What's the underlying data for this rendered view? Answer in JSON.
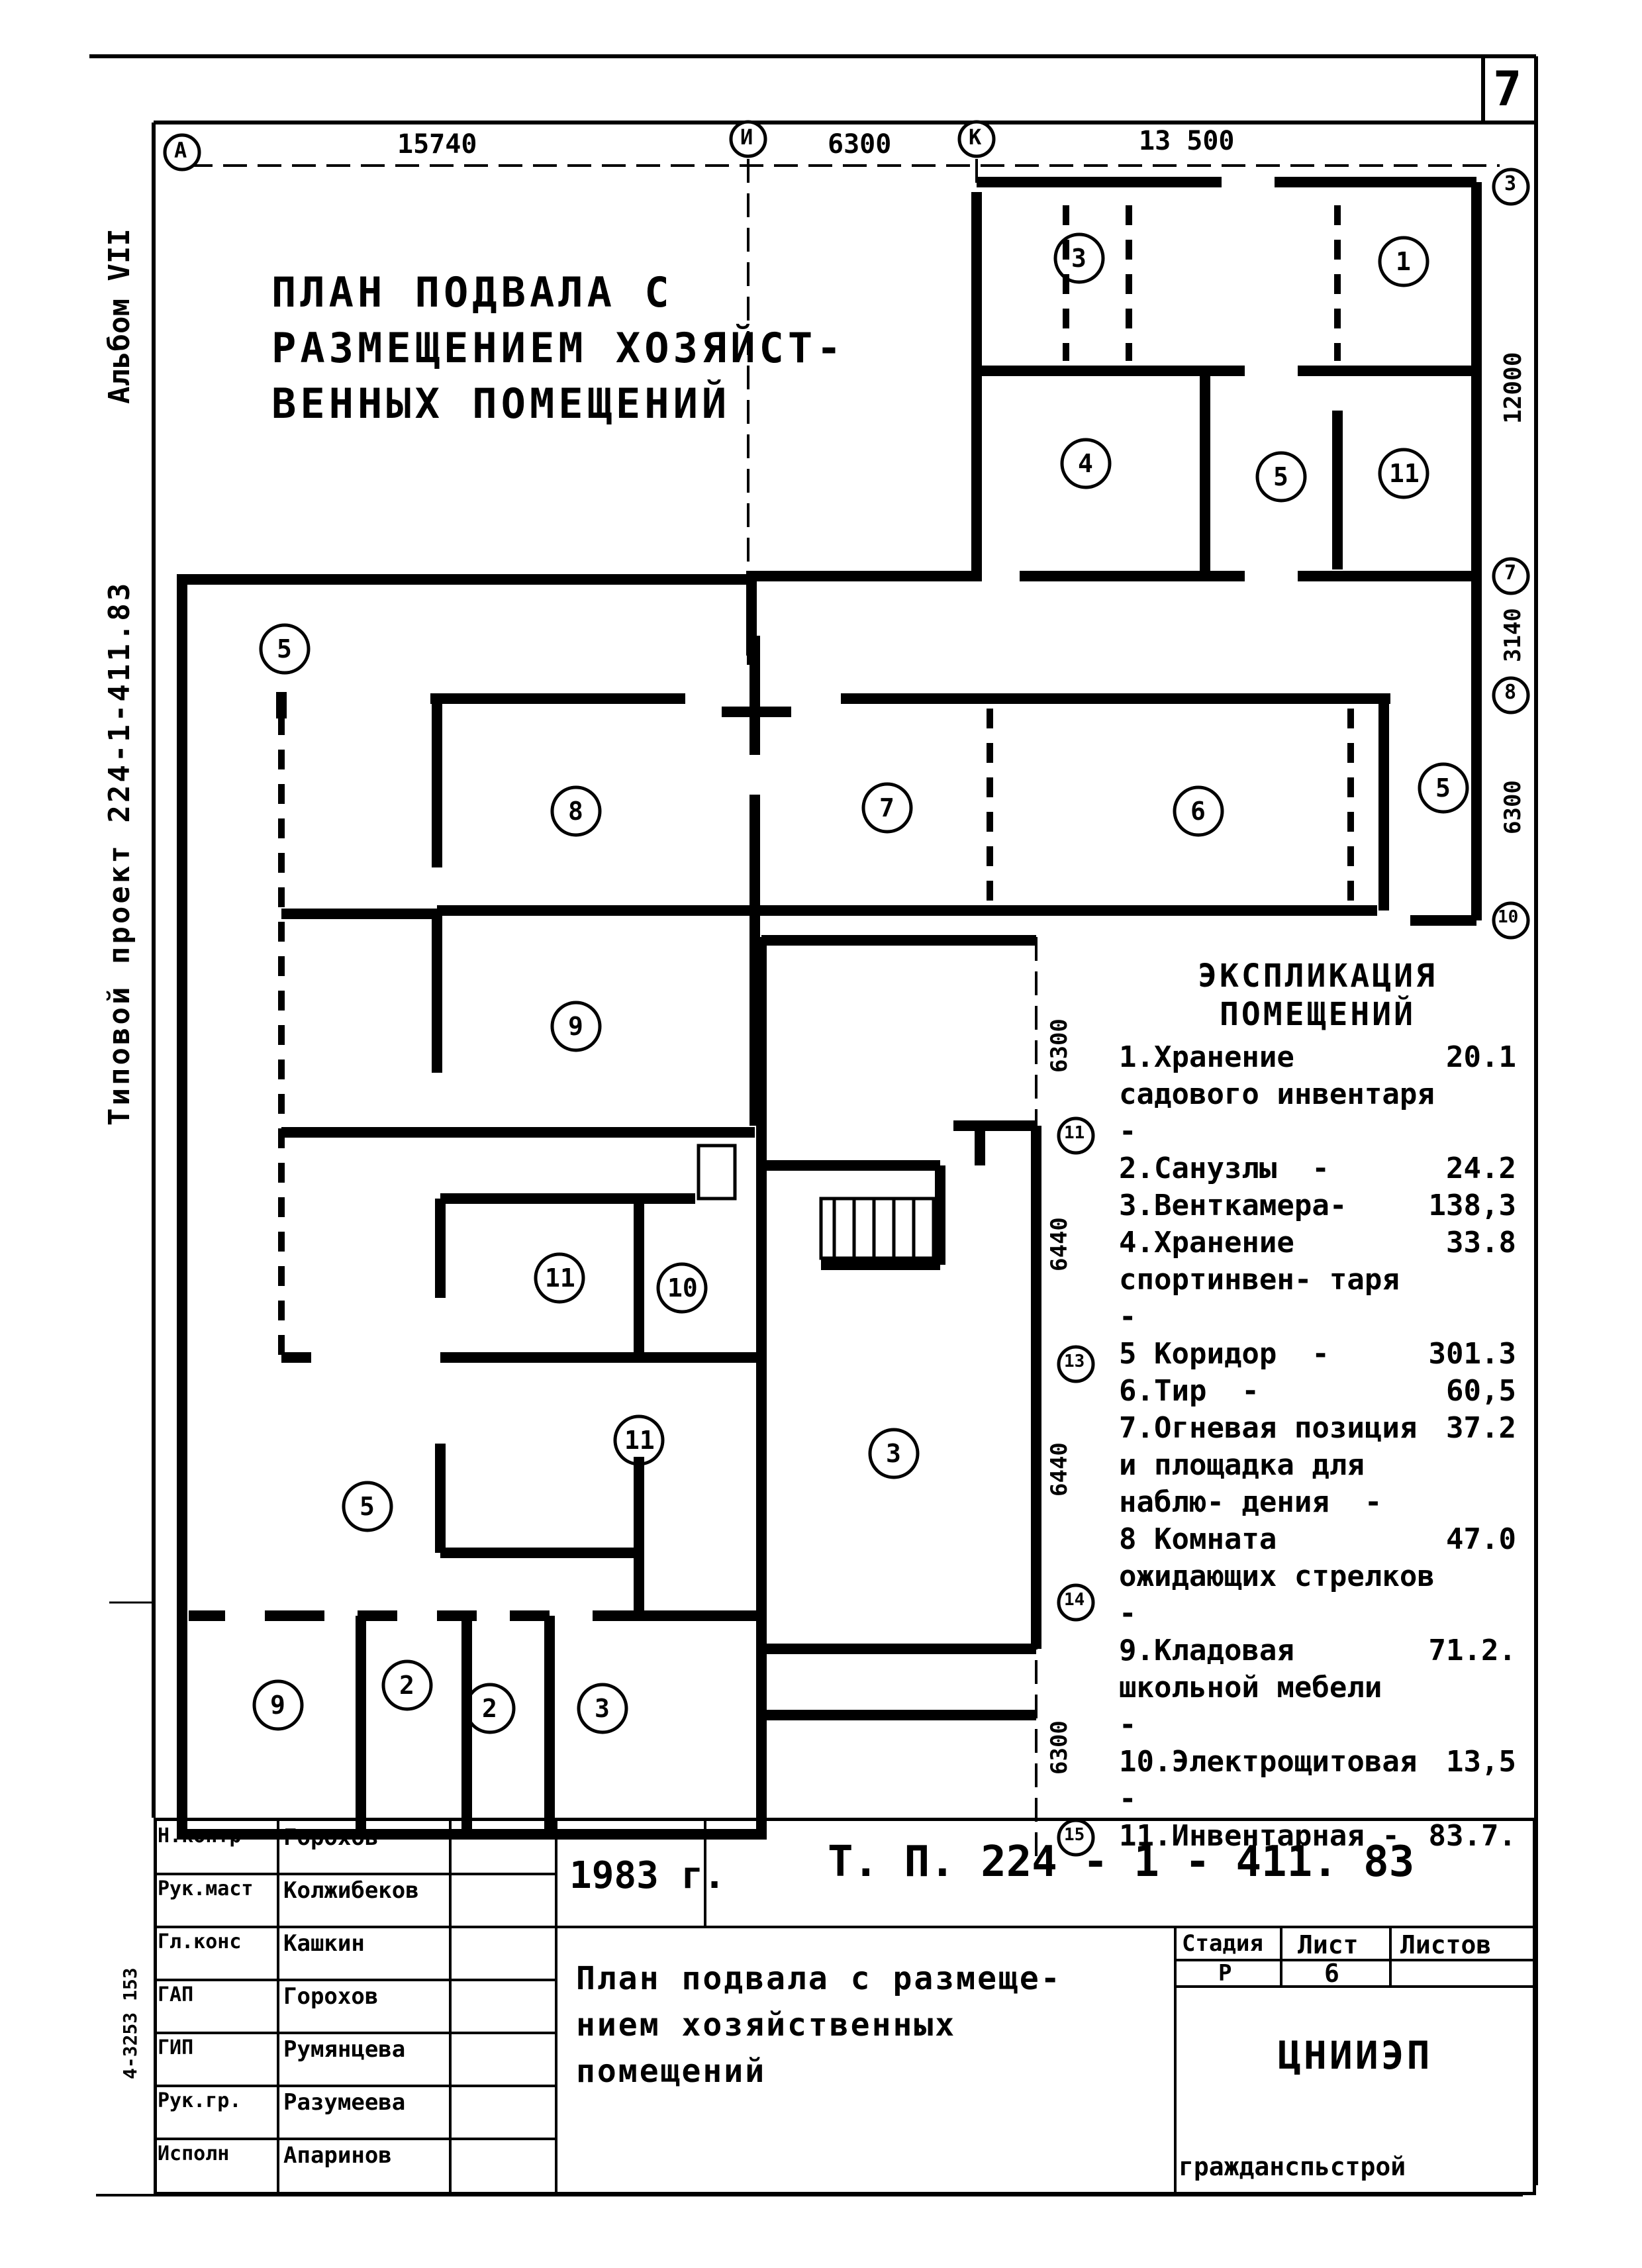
{
  "sheet": {
    "number": "7"
  },
  "side": {
    "album": "Альбом VII",
    "project": "Типовой проект 224-1-411.83",
    "inv": "4-3253 153"
  },
  "plan_title": [
    "ПЛАН ПОДВАЛА С",
    "РАЗМЕЩЕНИЕМ ХОЗЯЙСТ-",
    "ВЕННЫХ ПОМЕЩЕНИЙ"
  ],
  "axes": {
    "top": [
      "А",
      "И",
      "К"
    ],
    "right": [
      "3",
      "7",
      "8",
      "10",
      "11",
      "13",
      "14",
      "15"
    ]
  },
  "dimensions": {
    "top": [
      "15740",
      "6300",
      "13 500"
    ],
    "right": [
      "12000",
      "3140",
      "6300"
    ],
    "inner": [
      "6300",
      "6440",
      "6440",
      "6300"
    ]
  },
  "room_numbers": [
    "1",
    "3",
    "4",
    "5",
    "11",
    "5",
    "8",
    "7",
    "6",
    "5",
    "9",
    "11",
    "10",
    "3",
    "11",
    "5",
    "9",
    "2",
    "2",
    "3"
  ],
  "legend": {
    "title": [
      "ЭКСПЛИКАЦИЯ",
      "ПОМЕЩЕНИЙ"
    ],
    "rows": [
      {
        "name": "1.Хранение садового инвентаря  -",
        "value": "20.1"
      },
      {
        "name": "2.Санузлы  -",
        "value": "24.2"
      },
      {
        "name": "3.Венткамера-",
        "value": "138,3"
      },
      {
        "name": "4.Хранение спортинвен- таря  -",
        "value": "33.8"
      },
      {
        "name": "5 Коридор  -",
        "value": "301.3"
      },
      {
        "name": "6.Тир  -",
        "value": "60,5"
      },
      {
        "name": "7.Огневая позиция и площадка для наблю- дения  -",
        "value": "37.2"
      },
      {
        "name": "8 Комната ожидающих стрелков  -",
        "value": "47.0"
      },
      {
        "name": "9.Кладовая школьной мебели  -",
        "value": "71.2."
      },
      {
        "name": "10.Электрощитовая -",
        "value": "13,5"
      },
      {
        "name": "11.Инвентарная -",
        "value": "83.7."
      }
    ]
  },
  "title_block": {
    "roles": [
      "Н.контр",
      "Рук.маст",
      "Гл.конс",
      "ГАП",
      "ГИП",
      "Рук.гр.",
      "Исполн"
    ],
    "names": [
      "Горохов",
      "Колжибеков",
      "Кашкин",
      "Горохов",
      "Румянцева",
      "Разумеева",
      "Апаринов"
    ],
    "year": "1983 г.",
    "code": "Т. П.  224 - 1 - 411. 83",
    "sheet_title": [
      "План подвала с размеще-",
      "нием хозяйственных",
      "помещений"
    ],
    "stage_hdr": "Стадия",
    "sheet_hdr": "Лист",
    "sheets_hdr": "Листов",
    "stage": "Р",
    "sheet": "6",
    "org": "ЦНИИЭП",
    "org2": "гражданспьстрой"
  }
}
